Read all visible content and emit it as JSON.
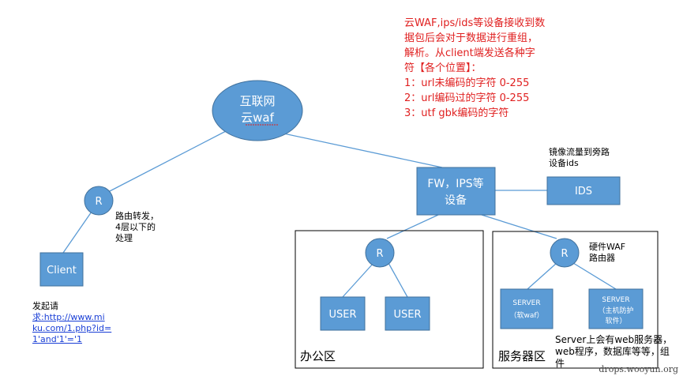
{
  "nodes": {
    "cloud": {
      "line1": "互联网",
      "line2": "云waf"
    },
    "router_left": "R",
    "client": "Client",
    "fw": {
      "line1": "FW，IPS等",
      "line2": "设备"
    },
    "ids": "IDS",
    "router_office": "R",
    "router_server": "R",
    "user1": "USER",
    "user2": "USER",
    "server1": {
      "line1": "SERVER",
      "line2": "（软waf）"
    },
    "server2": {
      "line1": "SERVER",
      "line2": "（主机防护",
      "line3": "软件）"
    }
  },
  "notes": {
    "red": [
      "云WAF,ips/ids等设备接收到数",
      "据包后会对于数据进行重组，",
      "解析。从client端发送各种字",
      "符【各个位置】：",
      "1：url未编码的字符 0-255",
      "2：url编码过的字符 0-255",
      "3：utf gbk编码的字符"
    ],
    "router_note": [
      "路由转发，",
      "4层以下的",
      "处理"
    ],
    "mirror_note": [
      "镜像流量到旁路",
      "设备ids"
    ],
    "hw_waf_note": [
      "硬件WAF",
      "路由器"
    ],
    "request_prefix": "发起请",
    "request_link": [
      "求:http://www.mi",
      "ku.com/1.php?id=",
      "1'and'1'='1"
    ],
    "server_note": [
      "Server上会有web服务器，",
      "web程序，数据库等等，组",
      "件"
    ]
  },
  "areas": {
    "office": "办公区",
    "server": "服务器区"
  },
  "watermark": "drops.wooyun.org",
  "colors": {
    "node_fill": "#5b9bd5",
    "node_stroke": "#41719c",
    "note_red": "#e02020",
    "line": "#5b9bd5"
  }
}
